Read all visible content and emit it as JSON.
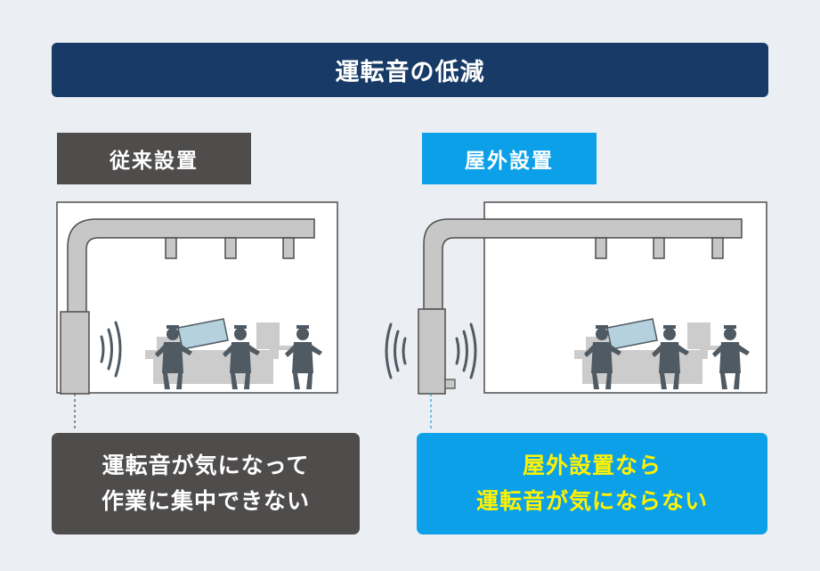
{
  "title": "運転音の低減",
  "left_panel": {
    "label": "従来設置",
    "caption_line1": "運転音が気になって",
    "caption_line2": "作業に集中できない"
  },
  "right_panel": {
    "label": "屋外設置",
    "caption_line1": "屋外設置なら",
    "caption_line2": "運転音が気にならない"
  },
  "colors": {
    "title_bg": "#173a66",
    "dark_gray": "#4f4c4c",
    "accent_blue": "#0ba0e8",
    "highlight_yellow": "#fff200",
    "figure_gray": "#505a63",
    "glass_blue": "#b6d1de"
  },
  "icons": [
    "sound-wave-icon",
    "worker-icon",
    "dehumidifier-unit-icon",
    "duct-icon"
  ]
}
